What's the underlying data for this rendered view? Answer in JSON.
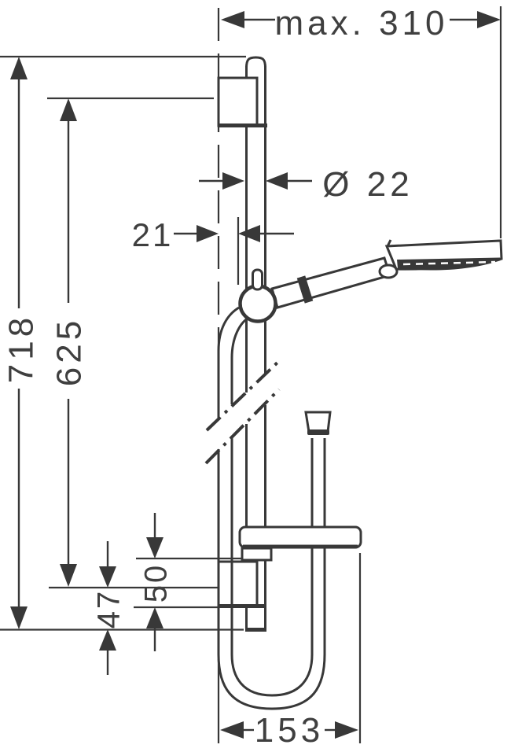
{
  "colors": {
    "line": "#383838",
    "text": "#3f3f3f",
    "background": "#ffffff"
  },
  "dimensions": {
    "max_reach": "max. 310",
    "bar_diameter": "Ø 22",
    "wall_offset": "21",
    "bar_length": "718",
    "mounting_distance": "625",
    "bracket_span": "50",
    "bar_end_offset": "47",
    "hose_loop_width": "153"
  }
}
